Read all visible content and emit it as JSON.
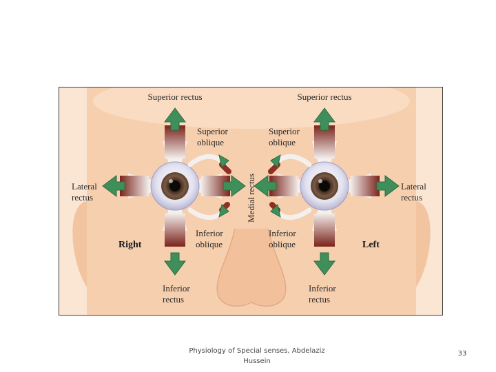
{
  "diagram": {
    "labels": {
      "superior_rectus_right": "Superior rectus",
      "superior_rectus_left": "Superior rectus",
      "superior_oblique_right": "Superior oblique",
      "superior_oblique_left": "Superior oblique",
      "lateral_rectus_right": "Lateral rectus",
      "lateral_rectus_left": "Lateral rectus",
      "medial_rectus": "Medial rectus",
      "inferior_oblique_right": "Inferior oblique",
      "inferior_oblique_left": "Inferior oblique",
      "inferior_rectus_right": "Inferior rectus",
      "inferior_rectus_left": "Inferior rectus",
      "right": "Right",
      "left": "Left"
    },
    "colors": {
      "skin": "#f6cfae",
      "skin_light": "#fbe6d3",
      "arrow": "#3f8f5a",
      "muscle": "#8e2f25",
      "tendon": "#f4f0ee",
      "sclera": "#e8e6f2",
      "iris": "#6b4a36"
    }
  },
  "footer": {
    "line1": "Physiology of Special senses, Abdelaziz",
    "line2": "Hussein",
    "page": "33"
  }
}
